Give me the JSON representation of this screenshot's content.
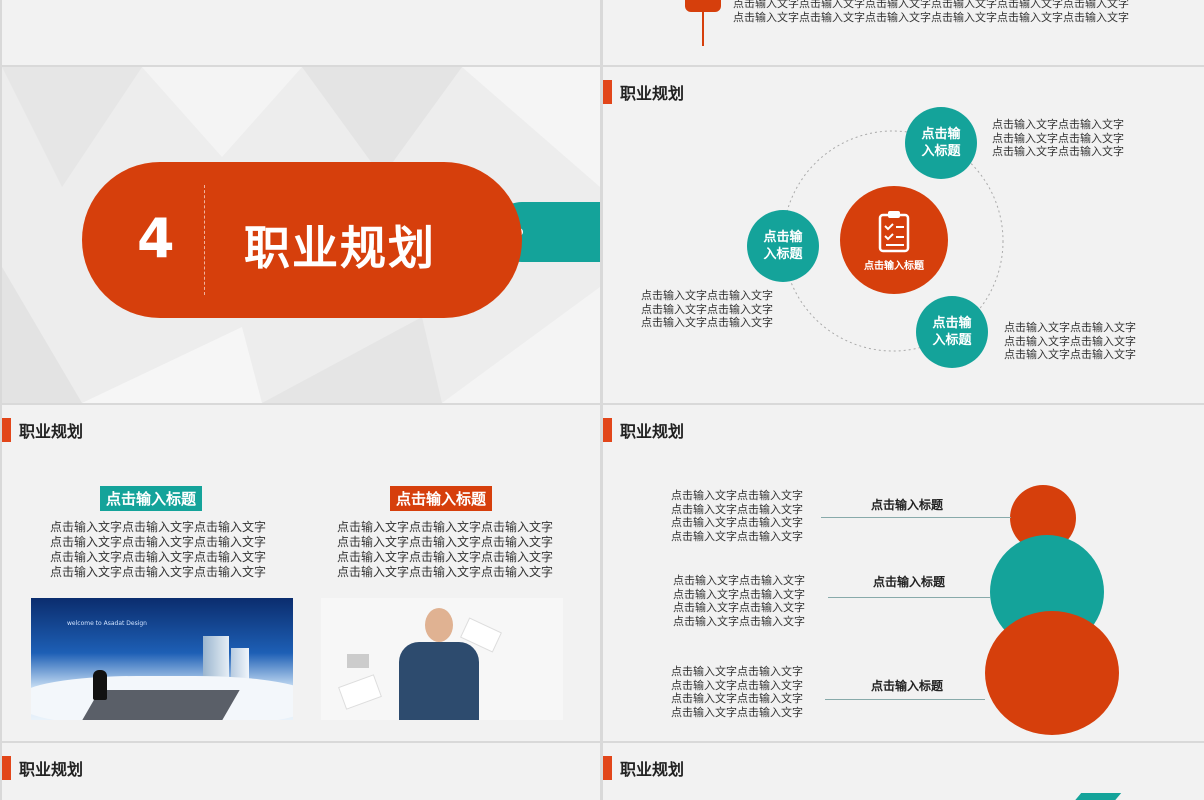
{
  "colors": {
    "orange": "#d63f0c",
    "teal": "#14a39a",
    "bg": "#f2f2f2"
  },
  "top_right": {
    "lines": [
      "点击输入文字点击输入文字点击输入文字点击输入文字点击输入文字点击输入文字",
      "点击输入文字点击输入文字点击输入文字点击输入文字点击输入文字点击输入文字"
    ]
  },
  "section": {
    "number": "4",
    "title": "职业规划"
  },
  "slide_title": "职业规划",
  "cycle": {
    "center_label": "点击输入标题",
    "center_icon": "clipboard-checklist-icon",
    "node_top": "点击输\n入标题",
    "node_left": "点击输\n入标题",
    "node_bottom": "点击输\n入标题",
    "text_top": [
      "点击输入文字点击输入文字",
      "点击输入文字点击输入文字",
      "点击输入文字点击输入文字"
    ],
    "text_left": [
      "点击输入文字点击输入文字",
      "点击输入文字点击输入文字",
      "点击输入文字点击输入文字"
    ],
    "text_bottom": [
      "点击输入文字点击输入文字",
      "点击输入文字点击输入文字",
      "点击输入文字点击输入文字"
    ]
  },
  "twocol": {
    "left_title": "点击输入标题",
    "right_title": "点击输入标题",
    "left_lines": [
      "点击输入文字点击输入文字点击输入文字",
      "点击输入文字点击输入文字点击输入文字",
      "点击输入文字点击输入文字点击输入文字",
      "点击输入文字点击输入文字点击输入文字"
    ],
    "right_lines": [
      "点击输入文字点击输入文字点击输入文字",
      "点击输入文字点击输入文字点击输入文字",
      "点击输入文字点击输入文字点击输入文字",
      "点击输入文字点击输入文字点击输入文字"
    ],
    "left_image_caption": "welcome to Asadat Design"
  },
  "stack": {
    "items": [
      {
        "title": "点击输入标题",
        "lines": [
          "点击输入文字点击输入文字",
          "点击输入文字点击输入文字",
          "点击输入文字点击输入文字",
          "点击输入文字点击输入文字"
        ]
      },
      {
        "title": "点击输入标题",
        "lines": [
          "点击输入文字点击输入文字",
          "点击输入文字点击输入文字",
          "点击输入文字点击输入文字",
          "点击输入文字点击输入文字"
        ]
      },
      {
        "title": "点击输入标题",
        "lines": [
          "点击输入文字点击输入文字",
          "点击输入文字点击输入文字",
          "点击输入文字点击输入文字",
          "点击输入文字点击输入文字"
        ]
      }
    ]
  }
}
